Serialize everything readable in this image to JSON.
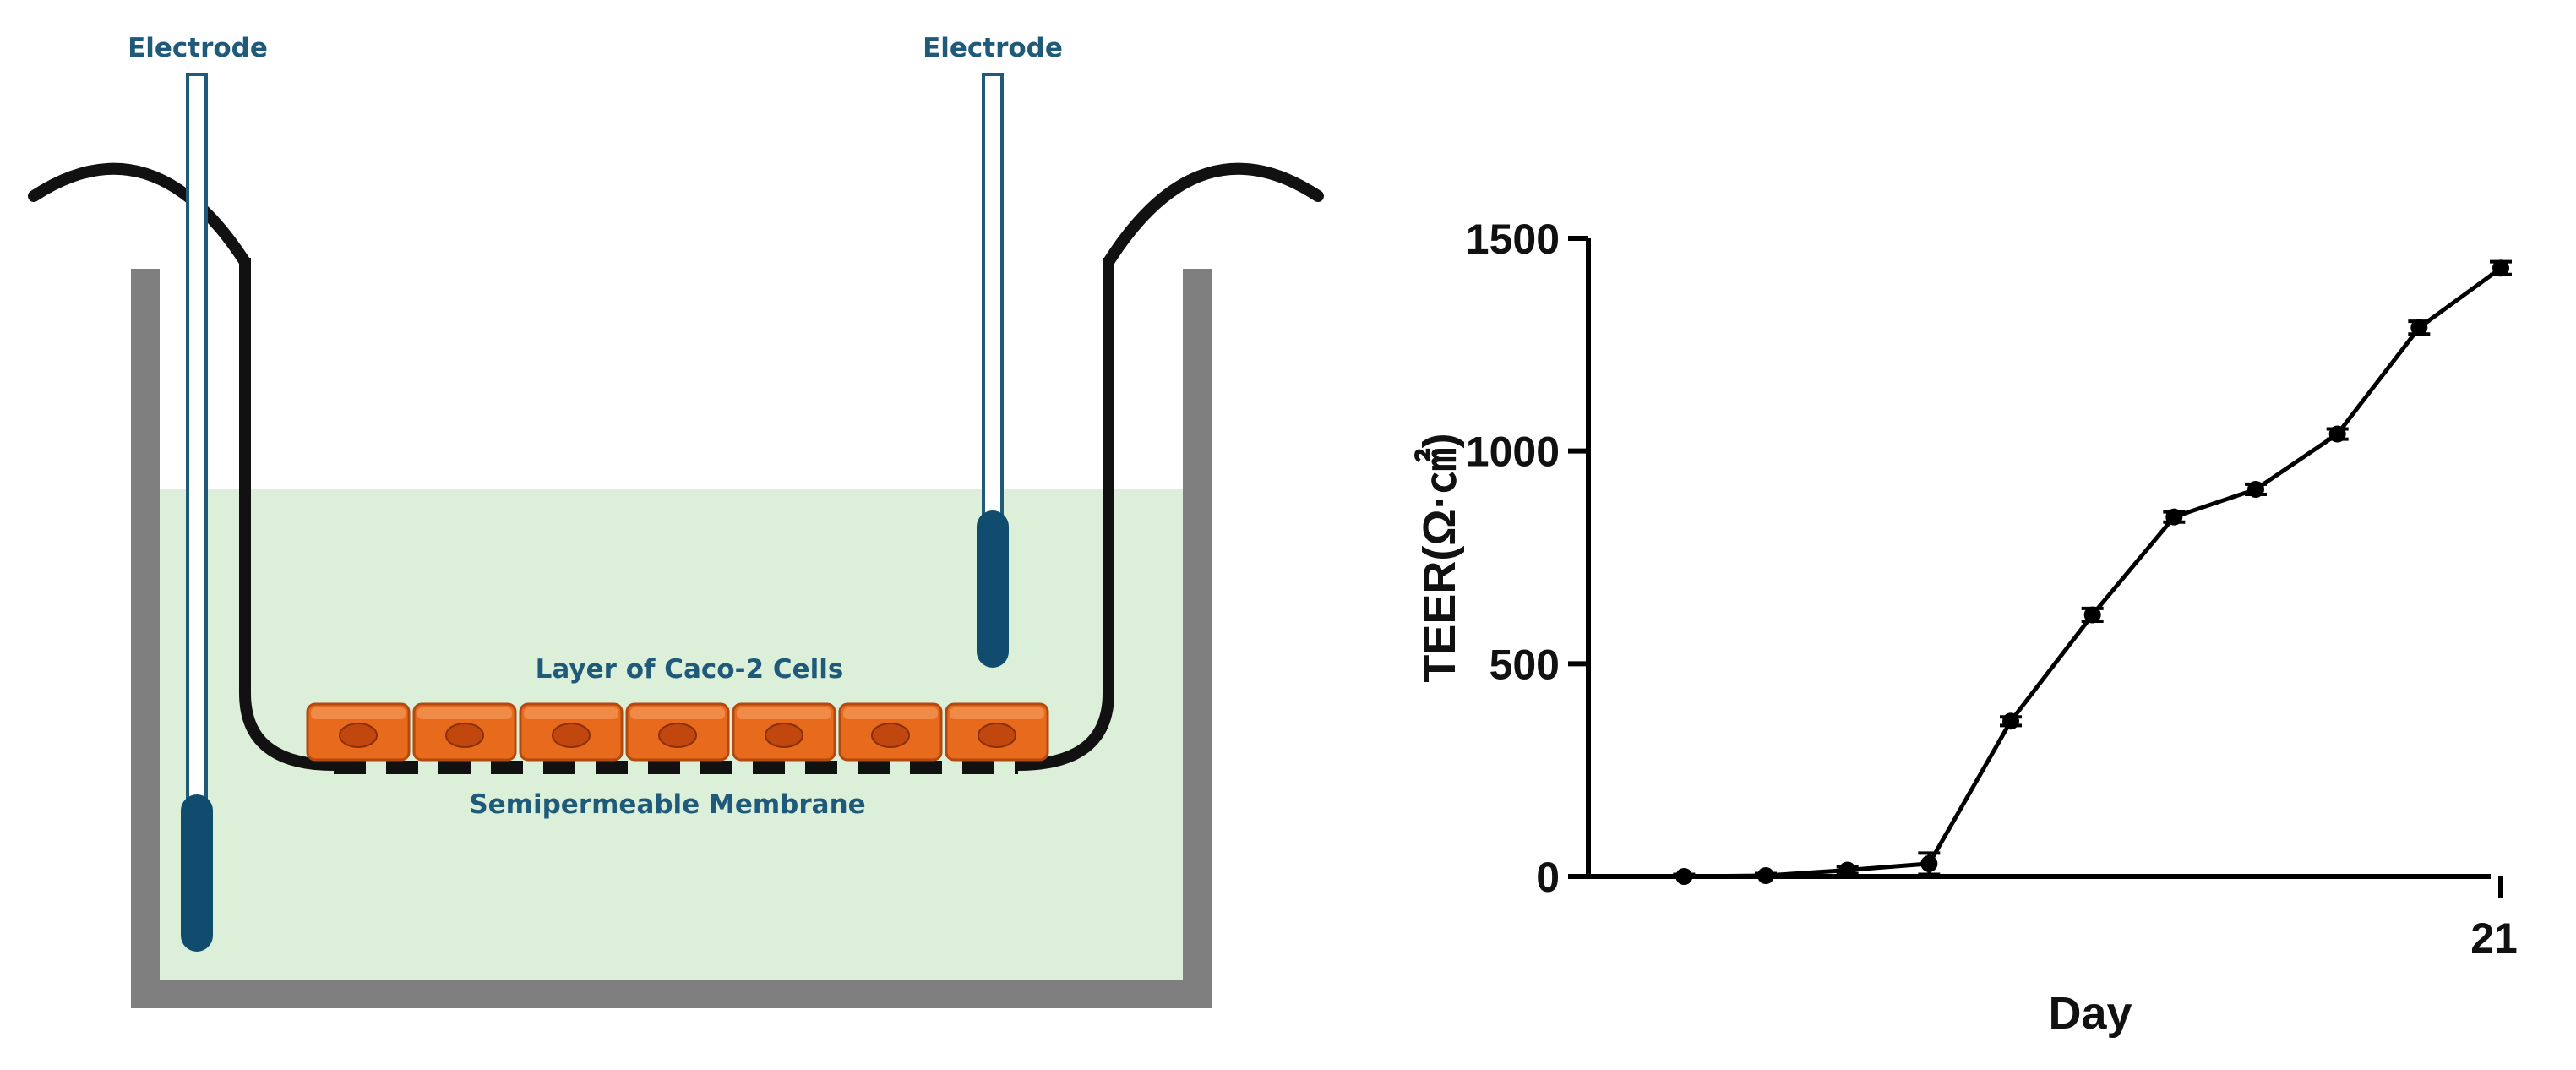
{
  "diagram": {
    "electrode_left_label": "Electrode",
    "electrode_right_label": "Electrode",
    "cell_layer_label": "Layer of Caco-2 Cells",
    "membrane_label": "Semipermeable Membrane",
    "cell_count": 7,
    "colors": {
      "label": "#1f5a7a",
      "medium": "#dcefd8",
      "well": "#7f7f7f",
      "insert": "#111111",
      "electrode_tip": "#0f4c6e",
      "cell": "#e86a1c",
      "nucleus": "#c2470f"
    }
  },
  "chart_data": {
    "type": "line",
    "xlabel": "Day",
    "ylabel": "TEER(Ω·㎠)",
    "x_tick_labels": [
      "21"
    ],
    "yticks": [
      0,
      500,
      1000,
      1500
    ],
    "ylim": [
      0,
      1500
    ],
    "xlim": [
      0,
      21
    ],
    "series": [
      {
        "x": [
          1,
          3,
          5,
          7,
          9,
          11,
          13,
          15,
          17,
          19,
          21
        ],
        "values": [
          0,
          2,
          15,
          30,
          365,
          615,
          845,
          910,
          1040,
          1290,
          1430
        ],
        "error": [
          5,
          5,
          8,
          25,
          10,
          15,
          12,
          12,
          12,
          15,
          15
        ]
      }
    ],
    "grid": false,
    "legend": "none"
  }
}
